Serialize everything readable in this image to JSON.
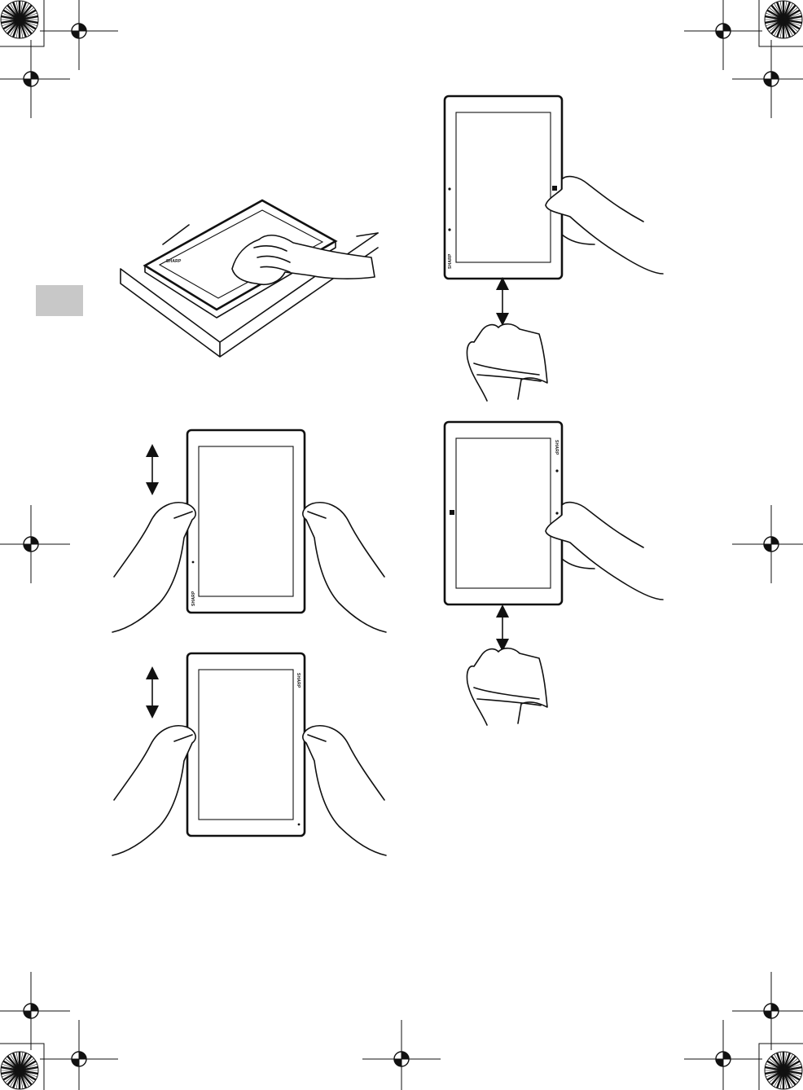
{
  "figures": {
    "wipe_on_table": {
      "brand": "SHARP"
    },
    "two_hands_portrait_a": {
      "brand": "SHARP"
    },
    "two_hands_portrait_b": {
      "brand": "SHARP"
    },
    "one_hand_cloth_a": {
      "brand": "SHARP"
    },
    "one_hand_cloth_b": {
      "brand": "SHARP"
    }
  },
  "colors": {
    "line": "#111111",
    "tab_marker": "#c8c8c8",
    "background": "#ffffff"
  },
  "icons": [
    "crop-mark-icon",
    "registration-target-icon",
    "color-wheel-icon",
    "double-arrow-icon",
    "windows-button-icon"
  ]
}
